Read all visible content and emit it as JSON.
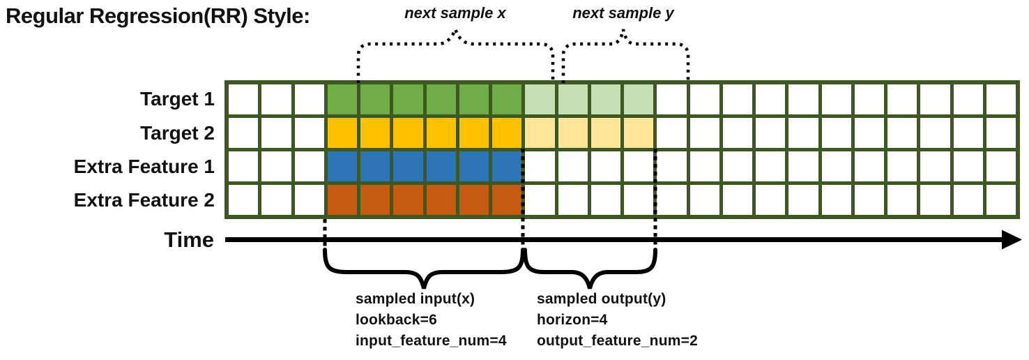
{
  "title": "Regular Regression(RR) Style:",
  "annotations": {
    "next_sample_x": "next sample x",
    "next_sample_y": "next sample y"
  },
  "time_axis": {
    "label": "Time"
  },
  "grid": {
    "columns": 24,
    "lead_empty_columns": 3,
    "lookback": 6,
    "horizon": 4,
    "border_color": "#3E5824",
    "empty_cell_color": "#FFFFFF",
    "rows": [
      {
        "label": "Target 1",
        "input_color": "#70AD47",
        "output_color": "#C5E0B4"
      },
      {
        "label": "Target 2",
        "input_color": "#FFC000",
        "output_color": "#FFE699"
      },
      {
        "label": "Extra Feature 1",
        "input_color": "#2E75B6",
        "output_color": null
      },
      {
        "label": "Extra Feature 2",
        "input_color": "#C55A11",
        "output_color": null
      }
    ]
  },
  "sampled_input": {
    "lines": [
      "sampled input(x)",
      "lookback=6",
      "input_feature_num=4"
    ]
  },
  "sampled_output": {
    "lines": [
      "sampled output(y)",
      "horizon=4",
      "output_feature_num=2"
    ]
  }
}
